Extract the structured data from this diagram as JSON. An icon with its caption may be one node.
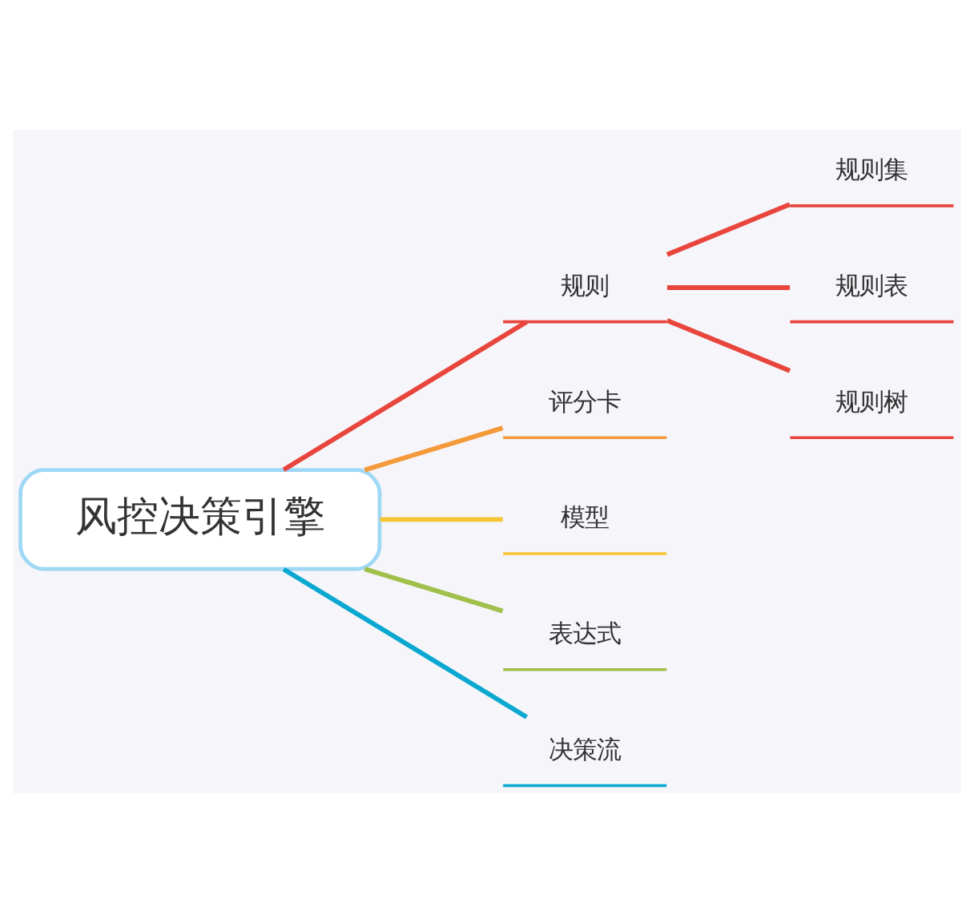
{
  "diagram": {
    "nodes": [
      {
        "text": [
          "风控决策引擎"
        ]
      },
      {
        "text": [
          "规则"
        ]
      },
      {
        "text": [
          "规则集"
        ]
      },
      {
        "text": [
          "规则表"
        ]
      },
      {
        "text": [
          "规则树"
        ]
      },
      {
        "text": [
          "评分卡"
        ]
      },
      {
        "text": [
          "模型"
        ]
      },
      {
        "text": [
          "表达式"
        ]
      },
      {
        "text": [
          "决策流"
        ]
      }
    ],
    "edges": [
      {
        "from": 0,
        "to": 1,
        "arrow": "none"
      },
      {
        "from": 1,
        "to": 2,
        "arrow": "none"
      },
      {
        "from": 1,
        "to": 3,
        "arrow": "none"
      },
      {
        "from": 1,
        "to": 4,
        "arrow": "none"
      },
      {
        "from": 0,
        "to": 5,
        "arrow": "none",
        "color": "#f59a3a"
      },
      {
        "from": 0,
        "to": 6,
        "arrow": "none",
        "color": "#f7c534"
      },
      {
        "from": 0,
        "to": 7,
        "arrow": "none",
        "color": "#9fc04a"
      },
      {
        "from": 0,
        "to": 8,
        "arrow": "none",
        "color": "#0aa8d0"
      }
    ]
  }
}
